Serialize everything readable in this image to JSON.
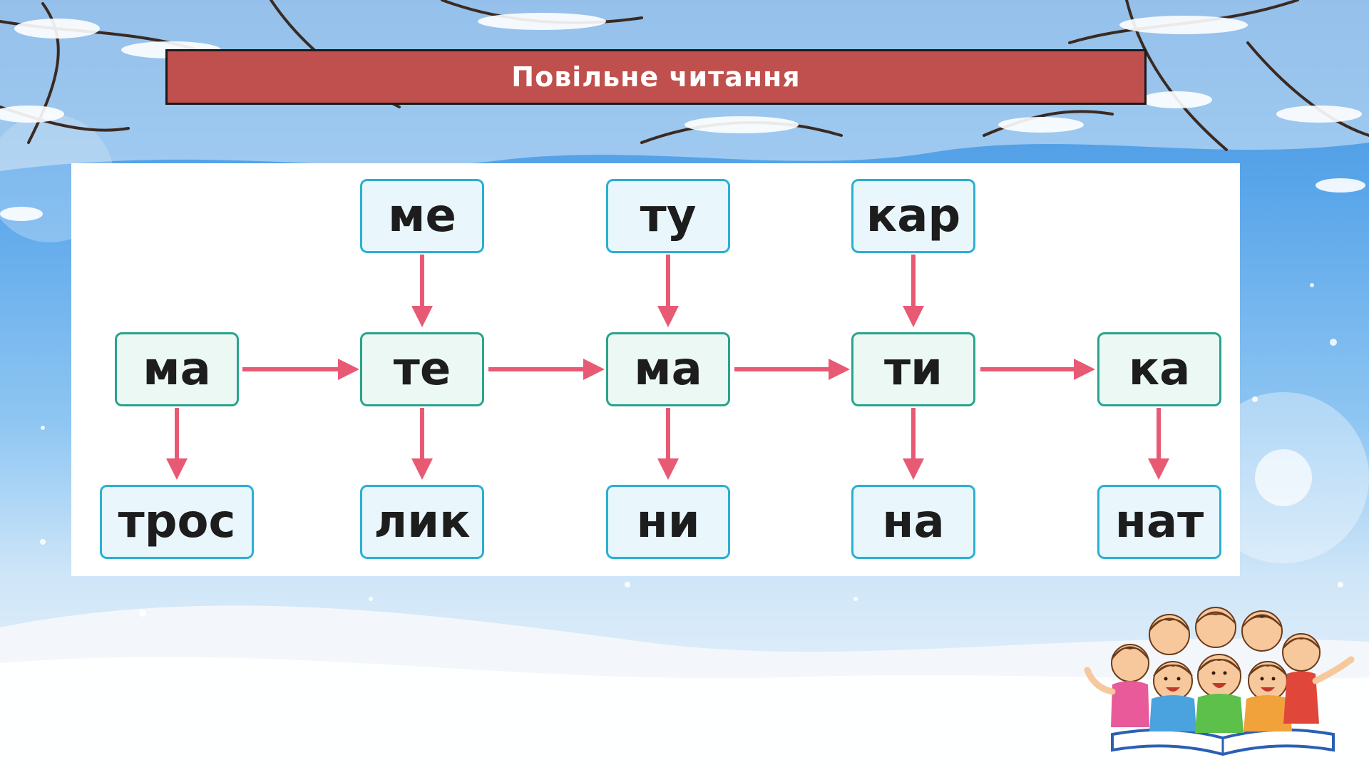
{
  "slide": {
    "title": "Повільне читання"
  },
  "syllables": {
    "col1": {
      "middle": "ма",
      "bottom": "трос"
    },
    "col2": {
      "top": "ме",
      "middle": "те",
      "bottom": "лик"
    },
    "col3": {
      "top": "ту",
      "middle": "ма",
      "bottom": "ни"
    },
    "col4": {
      "top": "кар",
      "middle": "ти",
      "bottom": "на"
    },
    "col5": {
      "middle": "ка",
      "bottom": "нат"
    }
  },
  "colors": {
    "title_bar": "#c0504d",
    "arrow": "#e85a74",
    "box_border_top_bottom": "#2ab0d2",
    "box_border_middle": "#2aa38c"
  },
  "decorations": {
    "background": "snowy-winter-branches",
    "clipart": "children-reading-book"
  }
}
